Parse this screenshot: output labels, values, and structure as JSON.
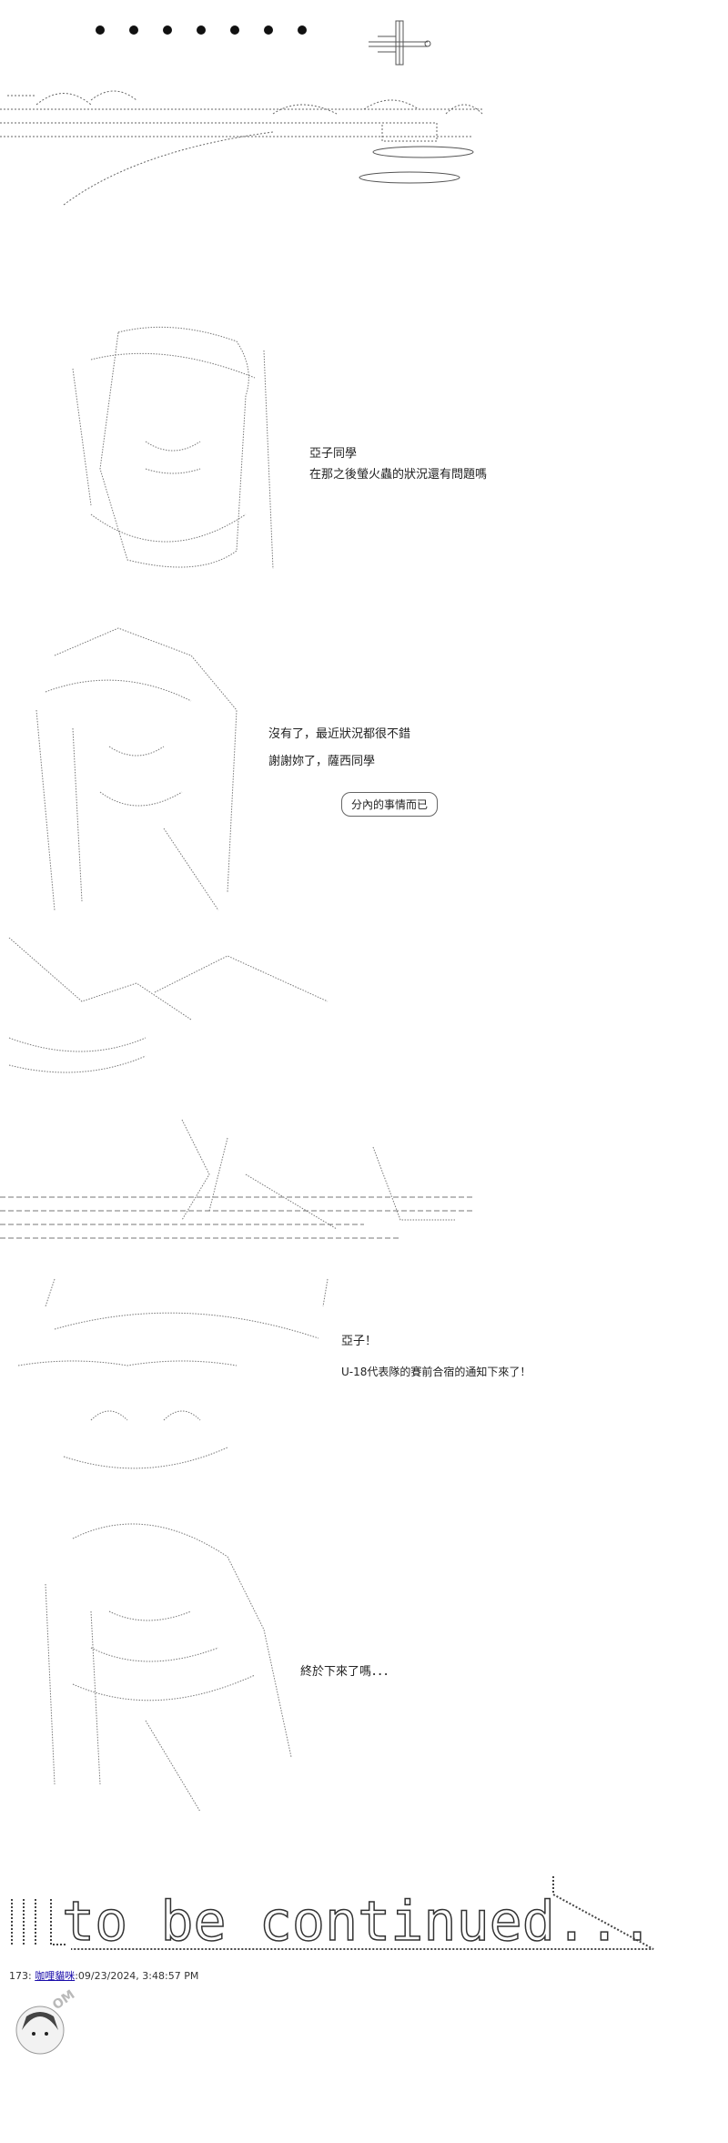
{
  "panels": {
    "p2": {
      "lines": [
        "亞子同學",
        "在那之後螢火蟲的狀況還有問題嗎"
      ]
    },
    "p3": {
      "lines": [
        "沒有了，最近狀況都很不錯",
        "謝謝妳了，薩西同學"
      ],
      "thought": "分內的事情而已"
    },
    "p5": {
      "lines": [
        "亞子！",
        "U-18代表隊的賽前合宿的通知下來了！"
      ]
    },
    "p6": {
      "lines": [
        "終於下來了嗎．．．"
      ]
    }
  },
  "ending": {
    "text": "to be continued..."
  },
  "footer": {
    "post_number": "173:",
    "author": "咖哩貓咪",
    "timestamp": ":09/23/2024, 3:48:57 PM"
  },
  "watermark": {
    "text": "OM"
  }
}
